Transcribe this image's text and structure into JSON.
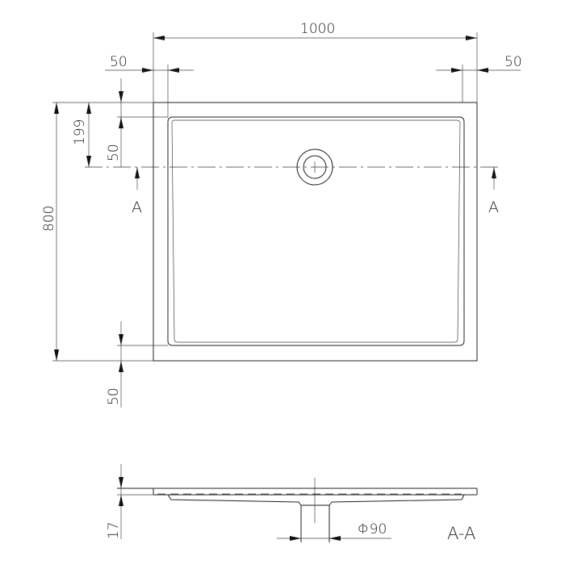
{
  "dimensions": {
    "width": "1000",
    "left_margin": "50",
    "right_margin": "50",
    "height": "800",
    "drain_offset": "199",
    "top_margin": "50",
    "bottom_margin": "50",
    "section_height": "17",
    "drain_diameter": "Φ90"
  },
  "section_markers": {
    "left": "A",
    "right": "A"
  },
  "section_label": "A-A"
}
